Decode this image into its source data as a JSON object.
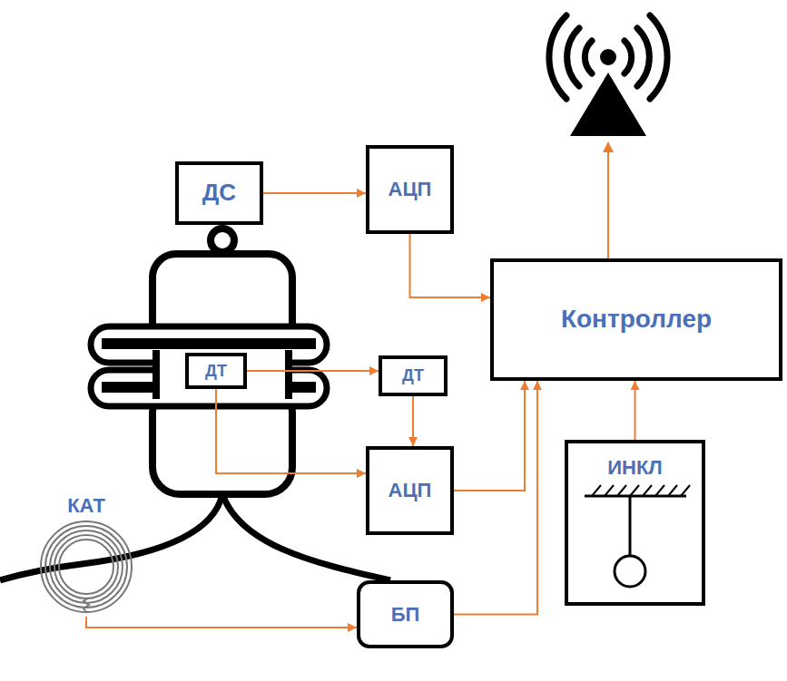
{
  "diagram": {
    "nodes": [
      {
        "text": [
          "ДС"
        ]
      },
      {
        "text": [
          "АЦП"
        ]
      },
      {
        "text": [
          "Контроллер"
        ]
      },
      {
        "text": [
          "ДТ"
        ]
      },
      {
        "text": [
          "ДТ"
        ]
      },
      {
        "text": [
          "АЦП"
        ]
      },
      {
        "text": [
          "ИНКЛ"
        ]
      },
      {
        "text": [
          "КАТ"
        ]
      },
      {
        "text": [
          "БП"
        ]
      }
    ],
    "edges": [
      {
        "from": 0,
        "to": 1,
        "arrow": "to"
      },
      {
        "from": 1,
        "to": 2,
        "arrow": "to"
      },
      {
        "from": 3,
        "to": 4,
        "arrow": "to"
      },
      {
        "from": 4,
        "to": 5,
        "arrow": "to"
      },
      {
        "from": 3,
        "to": 5,
        "arrow": "to"
      },
      {
        "from": 5,
        "to": 2,
        "arrow": "to"
      },
      {
        "from": 8,
        "to": 2,
        "arrow": "to"
      },
      {
        "from": 6,
        "to": 2,
        "arrow": "to"
      },
      {
        "from": 7,
        "to": 8,
        "arrow": "to"
      }
    ]
  }
}
